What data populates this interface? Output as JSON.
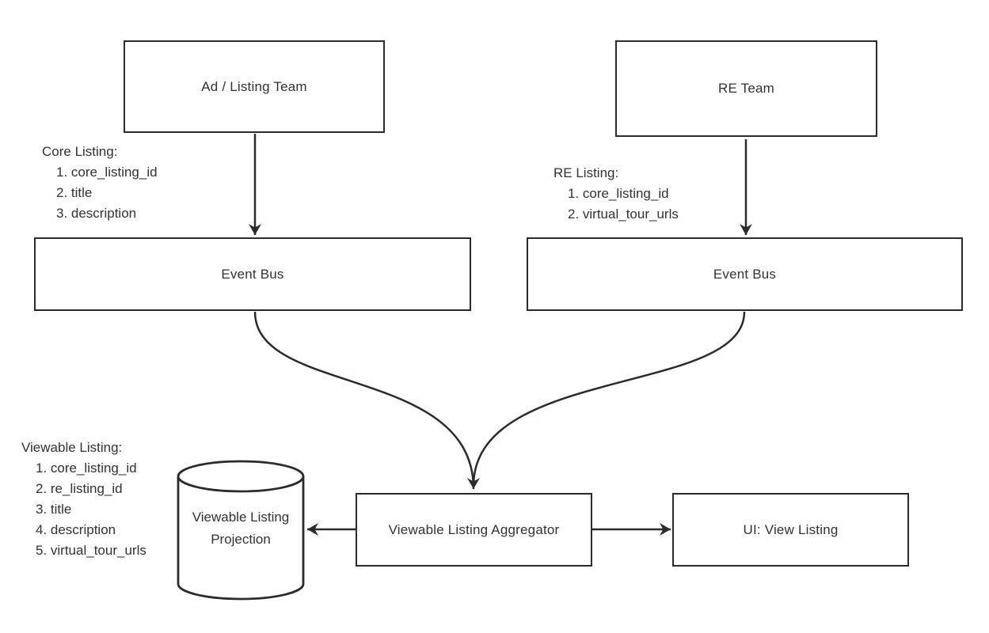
{
  "nodes": {
    "ad_listing_team": {
      "label": "Ad / Listing Team"
    },
    "re_team": {
      "label": "RE Team"
    },
    "event_bus_left": {
      "label": "Event Bus"
    },
    "event_bus_right": {
      "label": "Event Bus"
    },
    "aggregator": {
      "label": "Viewable Listing Aggregator"
    },
    "projection": {
      "label_line1": "Viewable Listing",
      "label_line2": "Projection"
    },
    "ui_view_listing": {
      "label": "UI: View Listing"
    }
  },
  "annotations": {
    "core_listing": {
      "title": "Core Listing:",
      "items": [
        "1. core_listing_id",
        "2. title",
        "3. description"
      ]
    },
    "re_listing": {
      "title": "RE Listing:",
      "items": [
        "1. core_listing_id",
        "2. virtual_tour_urls"
      ]
    },
    "viewable_listing": {
      "title": "Viewable Listing:",
      "items": [
        "1. core_listing_id",
        "2. re_listing_id",
        "3. title",
        "4. description",
        "5. virtual_tour_urls"
      ]
    }
  },
  "colors": {
    "stroke": "#2b2b2b",
    "text": "#323232",
    "node_fill": "#ffffff",
    "background": "#ffffff"
  }
}
